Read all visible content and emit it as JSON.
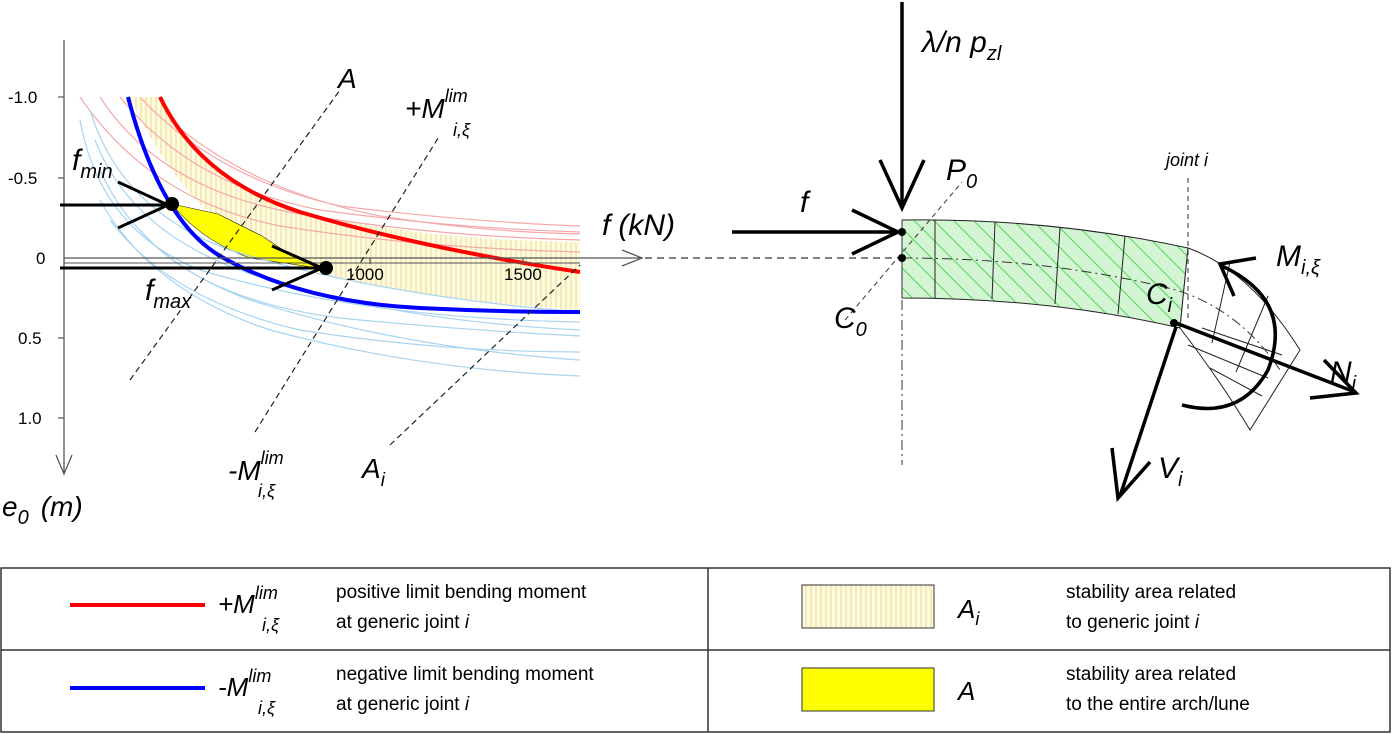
{
  "chart": {
    "y_ticks": [
      "-1.0",
      "-0.5",
      "0",
      "0.5",
      "1.0"
    ],
    "x_ticks": [
      "1000",
      "1500"
    ],
    "x_axis": {
      "main": "f",
      "unit": "(kN)"
    },
    "y_axis": {
      "main": "e",
      "sub": "0",
      "unit": "(m)"
    },
    "f_min": {
      "main": "f",
      "sub": "min"
    },
    "f_max": {
      "main": "f",
      "sub": "max"
    },
    "line_A": "A",
    "line_Ai": {
      "main": "A",
      "sub": "i"
    },
    "plus_M": {
      "main": "+M",
      "sup": "lim",
      "sub": "i,ξ"
    },
    "minus_M": {
      "main": "-M",
      "sup": "lim",
      "sub": "i,ξ"
    }
  },
  "arch": {
    "load": {
      "main": "λ/n p",
      "sub": "zl"
    },
    "f": "f",
    "P0": {
      "main": "P",
      "sub": "0"
    },
    "C0": {
      "main": "C",
      "sub": "0"
    },
    "Ci": {
      "main": "C",
      "sub": "i"
    },
    "joint": "joint i",
    "M": {
      "main": "M",
      "sub": "i,ξ"
    },
    "N": {
      "main": "N",
      "sub": "i"
    },
    "V": {
      "main": "V",
      "sub": "i"
    }
  },
  "legend": {
    "row1_left": {
      "symbol": {
        "main": "+M",
        "sup": "lim",
        "sub": "i,ξ"
      },
      "line1": "positive limit bending moment",
      "line2": "at generic joint ",
      "line2_it": "i"
    },
    "row2_left": {
      "symbol": {
        "main": "-M",
        "sup": "lim",
        "sub": "i,ξ"
      },
      "line1": "negative limit bending moment",
      "line2": "at generic joint ",
      "line2_it": "i"
    },
    "row1_right": {
      "symbol": {
        "main": "A",
        "sub": "i"
      },
      "line1": "stability area related",
      "line2": "to generic joint ",
      "line2_it": "i"
    },
    "row2_right": {
      "symbol": {
        "main": "A"
      },
      "line1": "stability area related",
      "line2": "to the entire arch/lune"
    }
  },
  "colors": {
    "positive_moment": "#ff0000",
    "negative_moment": "#0000ff",
    "stability_area": "#ffff00",
    "hatch_area": "#fffbe0",
    "arch_fill": "#d4f5d4",
    "arch_hatch": "#33cc33"
  }
}
